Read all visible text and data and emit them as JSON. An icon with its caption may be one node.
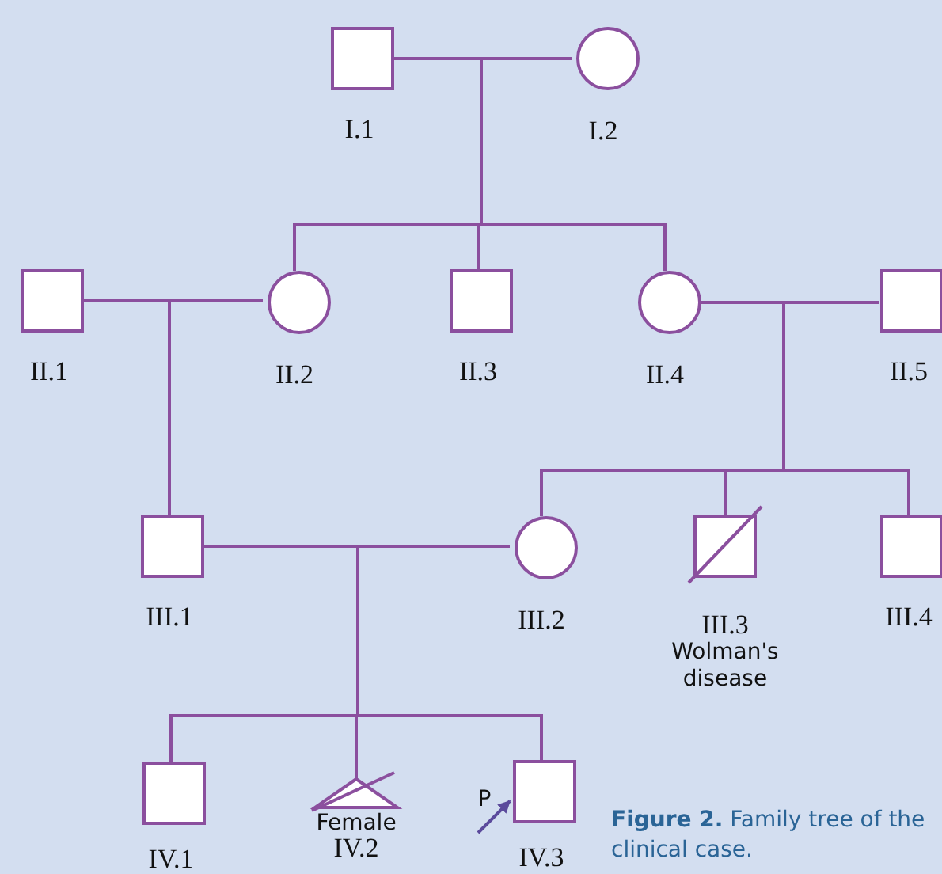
{
  "diagram": {
    "caption": "**Figure 2.** Family tree of the clinical case.",
    "nodes": [
      {
        "text": [
          "I.1"
        ]
      },
      {
        "text": [
          "I.2"
        ]
      },
      {
        "text": [
          "II.1"
        ]
      },
      {
        "text": [
          "II.2"
        ]
      },
      {
        "text": [
          "II.3"
        ]
      },
      {
        "text": [
          "II.4"
        ]
      },
      {
        "text": [
          "II.5"
        ]
      },
      {
        "text": [
          "III.1"
        ]
      },
      {
        "text": [
          "III.2"
        ]
      },
      {
        "text": [
          "III.3",
          "Wolman's disease"
        ]
      },
      {
        "text": [
          "III.4"
        ]
      },
      {
        "text": [
          "IV.1"
        ]
      },
      {
        "text": [
          "Female",
          "IV.2"
        ]
      },
      {
        "text": [
          "P"
        ]
      },
      {
        "text": [
          "IV.3"
        ]
      }
    ],
    "edges": [
      {
        "from": 0,
        "to": 1,
        "arrow": "none"
      },
      {
        "from": 0,
        "to": 3,
        "arrow": "none"
      },
      {
        "from": 1,
        "to": 3,
        "arrow": "none"
      },
      {
        "from": 0,
        "to": 4,
        "arrow": "none"
      },
      {
        "from": 1,
        "to": 4,
        "arrow": "none"
      },
      {
        "from": 0,
        "to": 5,
        "arrow": "none"
      },
      {
        "from": 1,
        "to": 5,
        "arrow": "none"
      },
      {
        "from": 2,
        "to": 3,
        "arrow": "none"
      },
      {
        "from": 2,
        "to": 7,
        "arrow": "none"
      },
      {
        "from": 3,
        "to": 7,
        "arrow": "none"
      },
      {
        "from": 5,
        "to": 6,
        "arrow": "none"
      },
      {
        "from": 5,
        "to": 8,
        "arrow": "none"
      },
      {
        "from": 6,
        "to": 8,
        "arrow": "none"
      },
      {
        "from": 5,
        "to": 9,
        "arrow": "none"
      },
      {
        "from": 6,
        "to": 9,
        "arrow": "none"
      },
      {
        "from": 5,
        "to": 10,
        "arrow": "none"
      },
      {
        "from": 6,
        "to": 10,
        "arrow": "none"
      },
      {
        "from": 7,
        "to": 8,
        "arrow": "none"
      },
      {
        "from": 7,
        "to": 11,
        "arrow": "none"
      },
      {
        "from": 8,
        "to": 11,
        "arrow": "none"
      },
      {
        "from": 7,
        "to": 12,
        "arrow": "none"
      },
      {
        "from": 8,
        "to": 12,
        "arrow": "none"
      },
      {
        "from": 7,
        "to": 14,
        "arrow": "none"
      },
      {
        "from": 8,
        "to": 14,
        "arrow": "none"
      },
      {
        "from": 13,
        "to": 14,
        "arrow": "to",
        "color": "#5b4a9c"
      }
    ]
  }
}
